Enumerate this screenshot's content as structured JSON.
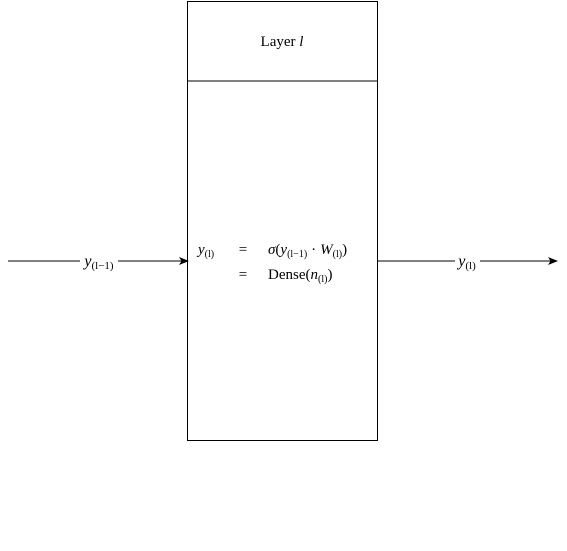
{
  "layer": {
    "title_prefix": "Layer ",
    "title_var": "l"
  },
  "input": {
    "symbol": "y",
    "subscript": "(l−1)"
  },
  "output": {
    "symbol": "y",
    "subscript": "(l)"
  },
  "equation": {
    "lhs_symbol": "y",
    "lhs_subscript": "(l)",
    "eq1": "=",
    "eq2": "=",
    "line1": {
      "sigma": "σ",
      "open": "(",
      "y_symbol": "y",
      "y_subscript": "(l−1)",
      "dot": "·",
      "w_symbol": "W",
      "w_subscript": "(l)",
      "close": ")"
    },
    "line2": {
      "func": "Dense",
      "open": "(",
      "n_symbol": "n",
      "n_subscript": "(l)",
      "close": ")"
    }
  },
  "colors": {
    "stroke": "#000000",
    "background": "#ffffff"
  }
}
